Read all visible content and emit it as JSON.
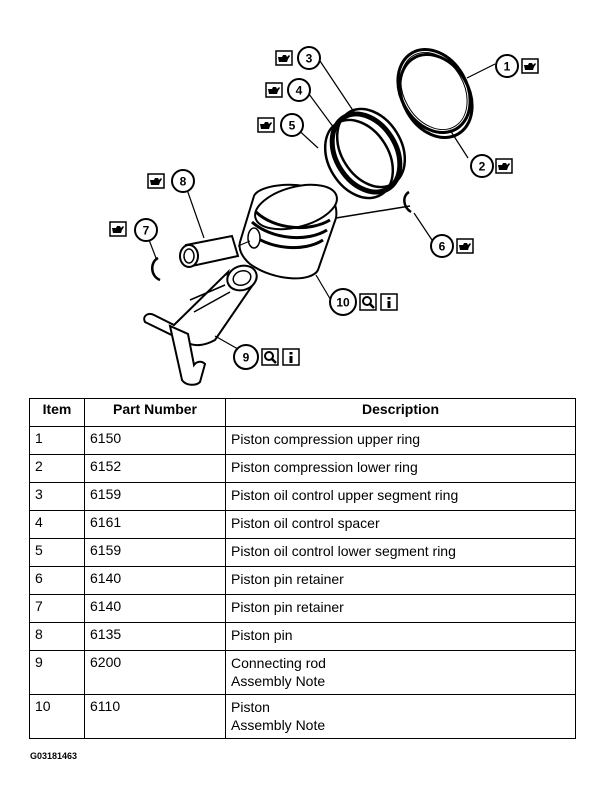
{
  "diagram": {
    "callouts": [
      {
        "number": "1",
        "icons": [
          "oil-can-icon"
        ]
      },
      {
        "number": "2",
        "icons": [
          "oil-can-icon"
        ]
      },
      {
        "number": "3",
        "icons": [
          "oil-can-icon"
        ]
      },
      {
        "number": "4",
        "icons": [
          "oil-can-icon"
        ]
      },
      {
        "number": "5",
        "icons": [
          "oil-can-icon"
        ]
      },
      {
        "number": "6",
        "icons": [
          "oil-can-icon"
        ]
      },
      {
        "number": "7",
        "icons": [
          "oil-can-icon"
        ]
      },
      {
        "number": "8",
        "icons": [
          "oil-can-icon"
        ]
      },
      {
        "number": "9",
        "icons": [
          "magnifier-icon",
          "info-icon"
        ]
      },
      {
        "number": "10",
        "icons": [
          "magnifier-icon",
          "info-icon"
        ]
      }
    ]
  },
  "table": {
    "headers": [
      "Item",
      "Part Number",
      "Description"
    ],
    "rows": [
      {
        "item": "1",
        "part": "6150",
        "desc": [
          "Piston compression upper ring"
        ]
      },
      {
        "item": "2",
        "part": "6152",
        "desc": [
          "Piston compression lower ring"
        ]
      },
      {
        "item": "3",
        "part": "6159",
        "desc": [
          "Piston oil control upper segment ring"
        ]
      },
      {
        "item": "4",
        "part": "6161",
        "desc": [
          "Piston oil control spacer"
        ]
      },
      {
        "item": "5",
        "part": "6159",
        "desc": [
          "Piston oil control lower segment ring"
        ]
      },
      {
        "item": "6",
        "part": "6140",
        "desc": [
          "Piston pin retainer"
        ]
      },
      {
        "item": "7",
        "part": "6140",
        "desc": [
          "Piston pin retainer"
        ]
      },
      {
        "item": "8",
        "part": "6135",
        "desc": [
          "Piston pin"
        ]
      },
      {
        "item": "9",
        "part": "6200",
        "desc": [
          "Connecting rod",
          "Assembly Note"
        ]
      },
      {
        "item": "10",
        "part": "6110",
        "desc": [
          "Piston",
          "Assembly Note"
        ]
      }
    ]
  },
  "figure_id": "G03181463"
}
